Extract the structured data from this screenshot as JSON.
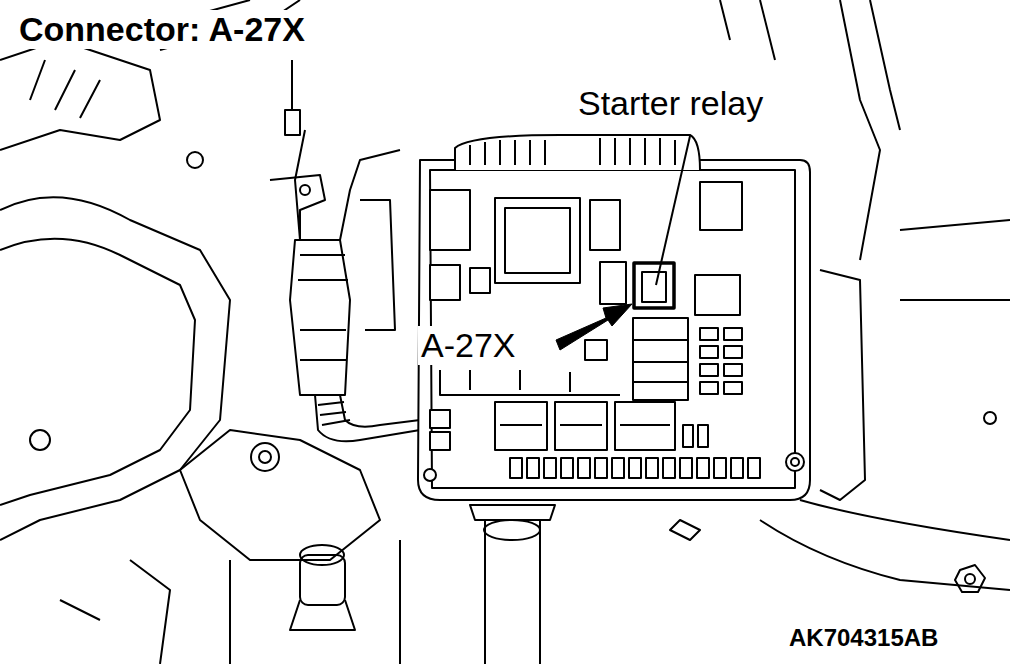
{
  "diagram": {
    "title": "Connector: A-27X",
    "labels": [
      "Starter relay",
      "A-27X",
      "AK704315AB"
    ]
  }
}
